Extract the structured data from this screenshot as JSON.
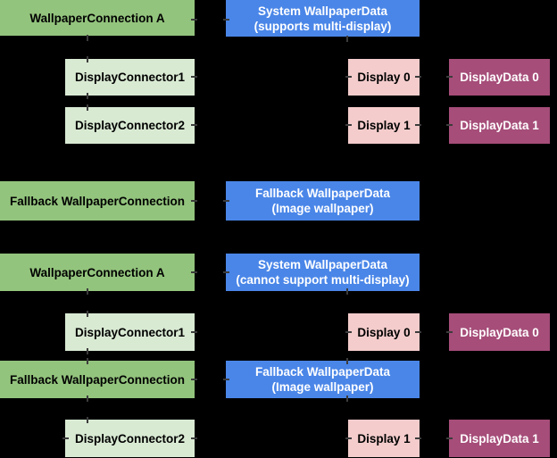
{
  "background_color": "#000000",
  "palette": {
    "connection_green": "#93c47d",
    "connector_light_green": "#d9ead3",
    "wallpaper_data_blue": "#4a86e8",
    "display_pink": "#f4cccc",
    "display_data_magenta": "#a64d79",
    "dark_text": "#000000",
    "light_text": "#ffffff",
    "connector_line": "#3c3c3c"
  },
  "diagram": {
    "scenario_multi_display": {
      "wallpaper_connection_a": "WallpaperConnection A",
      "system_wallpaper_data_line1": "System WallpaperData",
      "system_wallpaper_data_line2": "(supports multi-display)",
      "display_connector_1": "DisplayConnector1",
      "display_connector_2": "DisplayConnector2",
      "display_0": "Display 0",
      "display_1": "Display 1",
      "display_data_0": "DisplayData 0",
      "display_data_1": "DisplayData 1",
      "fallback_connection": "Fallback WallpaperConnection",
      "fallback_data_line1": "Fallback WallpaperData",
      "fallback_data_line2": "(Image wallpaper)"
    },
    "scenario_single_display": {
      "wallpaper_connection_a": "WallpaperConnection A",
      "system_wallpaper_data_line1": "System WallpaperData",
      "system_wallpaper_data_line2": "(cannot support multi-display)",
      "display_connector_1": "DisplayConnector1",
      "display_0": "Display 0",
      "display_data_0": "DisplayData 0",
      "fallback_connection": "Fallback WallpaperConnection",
      "fallback_data_line1": "Fallback WallpaperData",
      "fallback_data_line2": "(Image wallpaper)",
      "display_connector_2": "DisplayConnector2",
      "display_1": "Display 1",
      "display_data_1": "DisplayData 1"
    }
  }
}
